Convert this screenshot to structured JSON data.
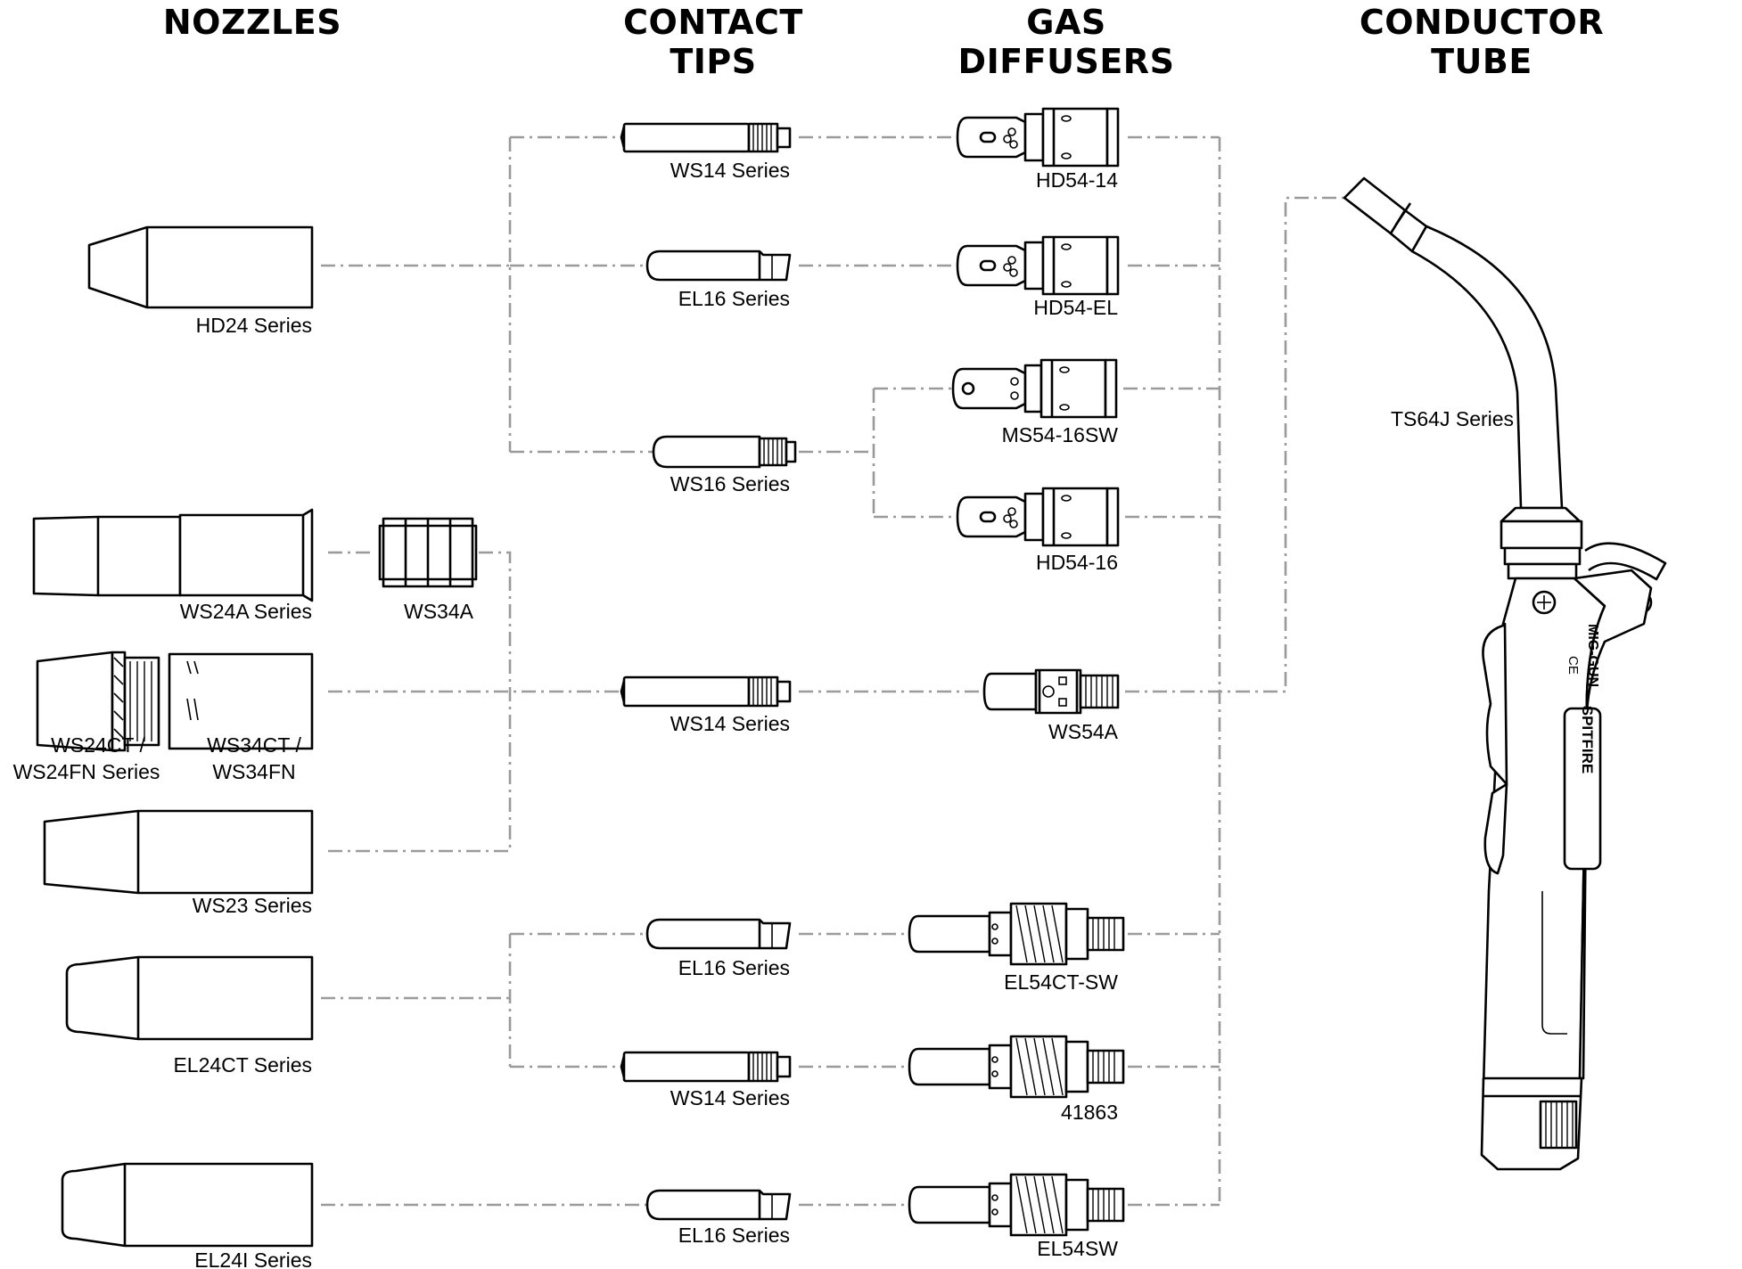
{
  "headers": {
    "nozzles": [
      "NOZZLES"
    ],
    "contact_tips": [
      "CONTACT",
      "TIPS"
    ],
    "gas_diffusers": [
      "GAS",
      "DIFFUSERS"
    ],
    "conductor_tube": [
      "CONDUCTOR",
      "TUBE"
    ]
  },
  "labels": {
    "hd24": "HD24 Series",
    "ws24a": "WS24A Series",
    "ws34a": "WS34A",
    "ws24ct": [
      "WS24CT /",
      "WS24FN Series"
    ],
    "ws34ct": [
      "WS34CT /",
      "WS34FN"
    ],
    "ws23": "WS23 Series",
    "el24ct": "EL24CT Series",
    "el24i": "EL24I Series",
    "tip_ws14_a": "WS14 Series",
    "tip_el16_a": "EL16 Series",
    "tip_ws16": "WS16 Series",
    "tip_ws14_b": "WS14 Series",
    "tip_el16_b": "EL16 Series",
    "tip_ws14_c": "WS14 Series",
    "tip_el16_c": "EL16 Series",
    "hd54_14": "HD54-14",
    "hd54_el": "HD54-EL",
    "ms54_16sw": "MS54-16SW",
    "hd54_16": "HD54-16",
    "ws54a": "WS54A",
    "el54ct_sw": "EL54CT-SW",
    "d41863": "41863",
    "el54sw": "EL54SW",
    "ts64j": "TS64J Series"
  },
  "gun_markings": {
    "model": "MIG-GUN",
    "ce": "CE",
    "brand": "SPITFIRE"
  },
  "colors": {
    "outline": "#000000",
    "connector": "#9a9a9a",
    "background": "#ffffff"
  }
}
